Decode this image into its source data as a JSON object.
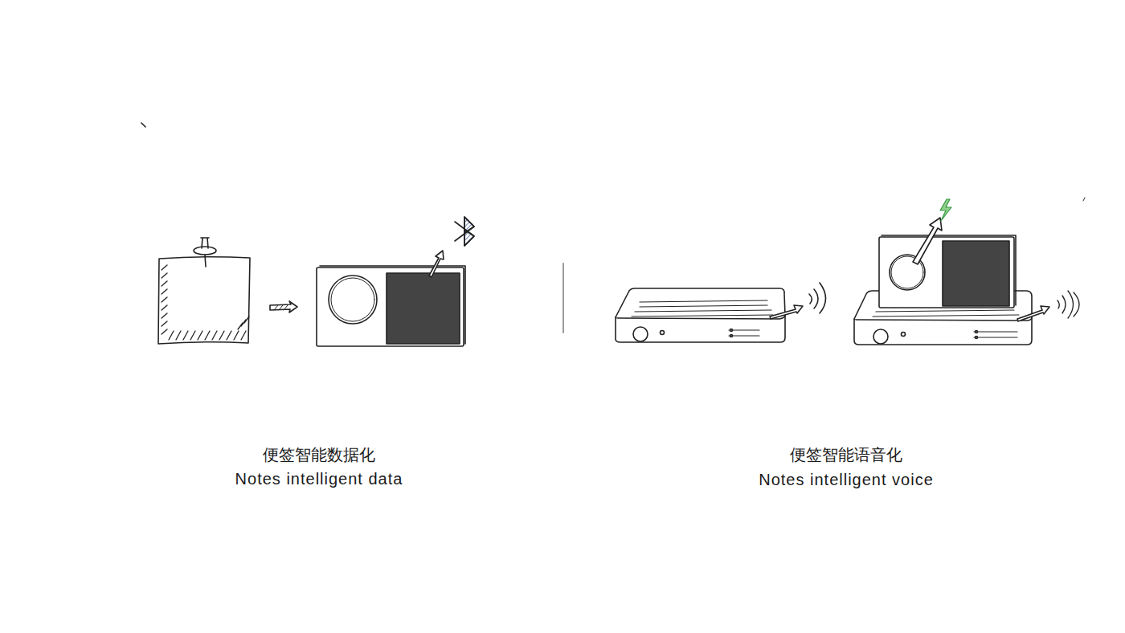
{
  "diagram": {
    "labels": [
      "便签智能数据化",
      "Notes intelligent data",
      "便签智能语音化",
      "Notes intelligent voice"
    ]
  }
}
